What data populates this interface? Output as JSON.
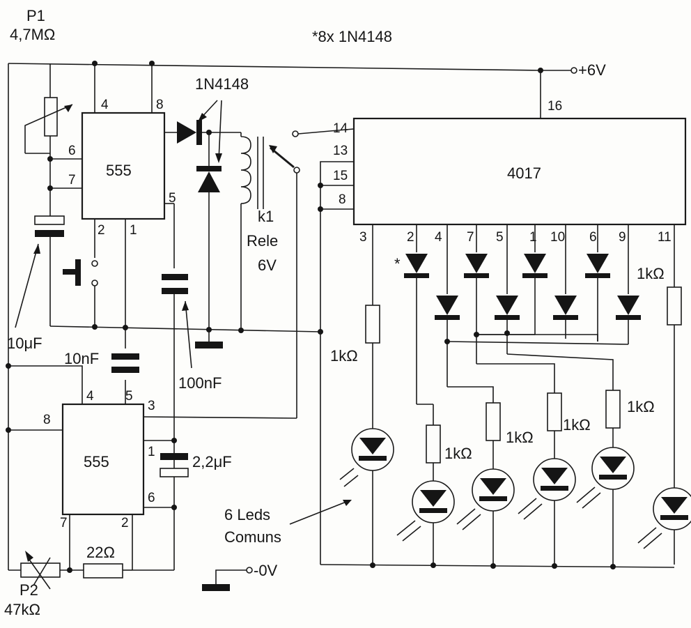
{
  "labels": {
    "p1_name": "P1",
    "p1_value": "4,7MΩ",
    "note": "*8x 1N4148",
    "diode_ref": "1N4148",
    "vplus": "+6V",
    "vzero": "-0V",
    "ic1": "555",
    "ic2": "555",
    "ic3": "4017",
    "relay_name": "k1",
    "relay_type": "Rele",
    "relay_volt": "6V",
    "c1": "10μF",
    "c2": "10nF",
    "c3": "100nF",
    "c4": "2,2μF",
    "r22": "22Ω",
    "p2_name": "P2",
    "p2_value": "47kΩ",
    "leds_note_1": "6 Leds",
    "leds_note_2": "Comuns",
    "r1k": "1kΩ",
    "star": "*"
  },
  "pins": {
    "u1": [
      "4",
      "8",
      "6",
      "7",
      "2",
      "1",
      "5"
    ],
    "u2": [
      "4",
      "5",
      "8",
      "3",
      "1",
      "6",
      "7",
      "2"
    ],
    "u3": [
      "16",
      "14",
      "13",
      "15",
      "8",
      "3",
      "2",
      "4",
      "7",
      "5",
      "1",
      "10",
      "6",
      "9",
      "11"
    ]
  }
}
